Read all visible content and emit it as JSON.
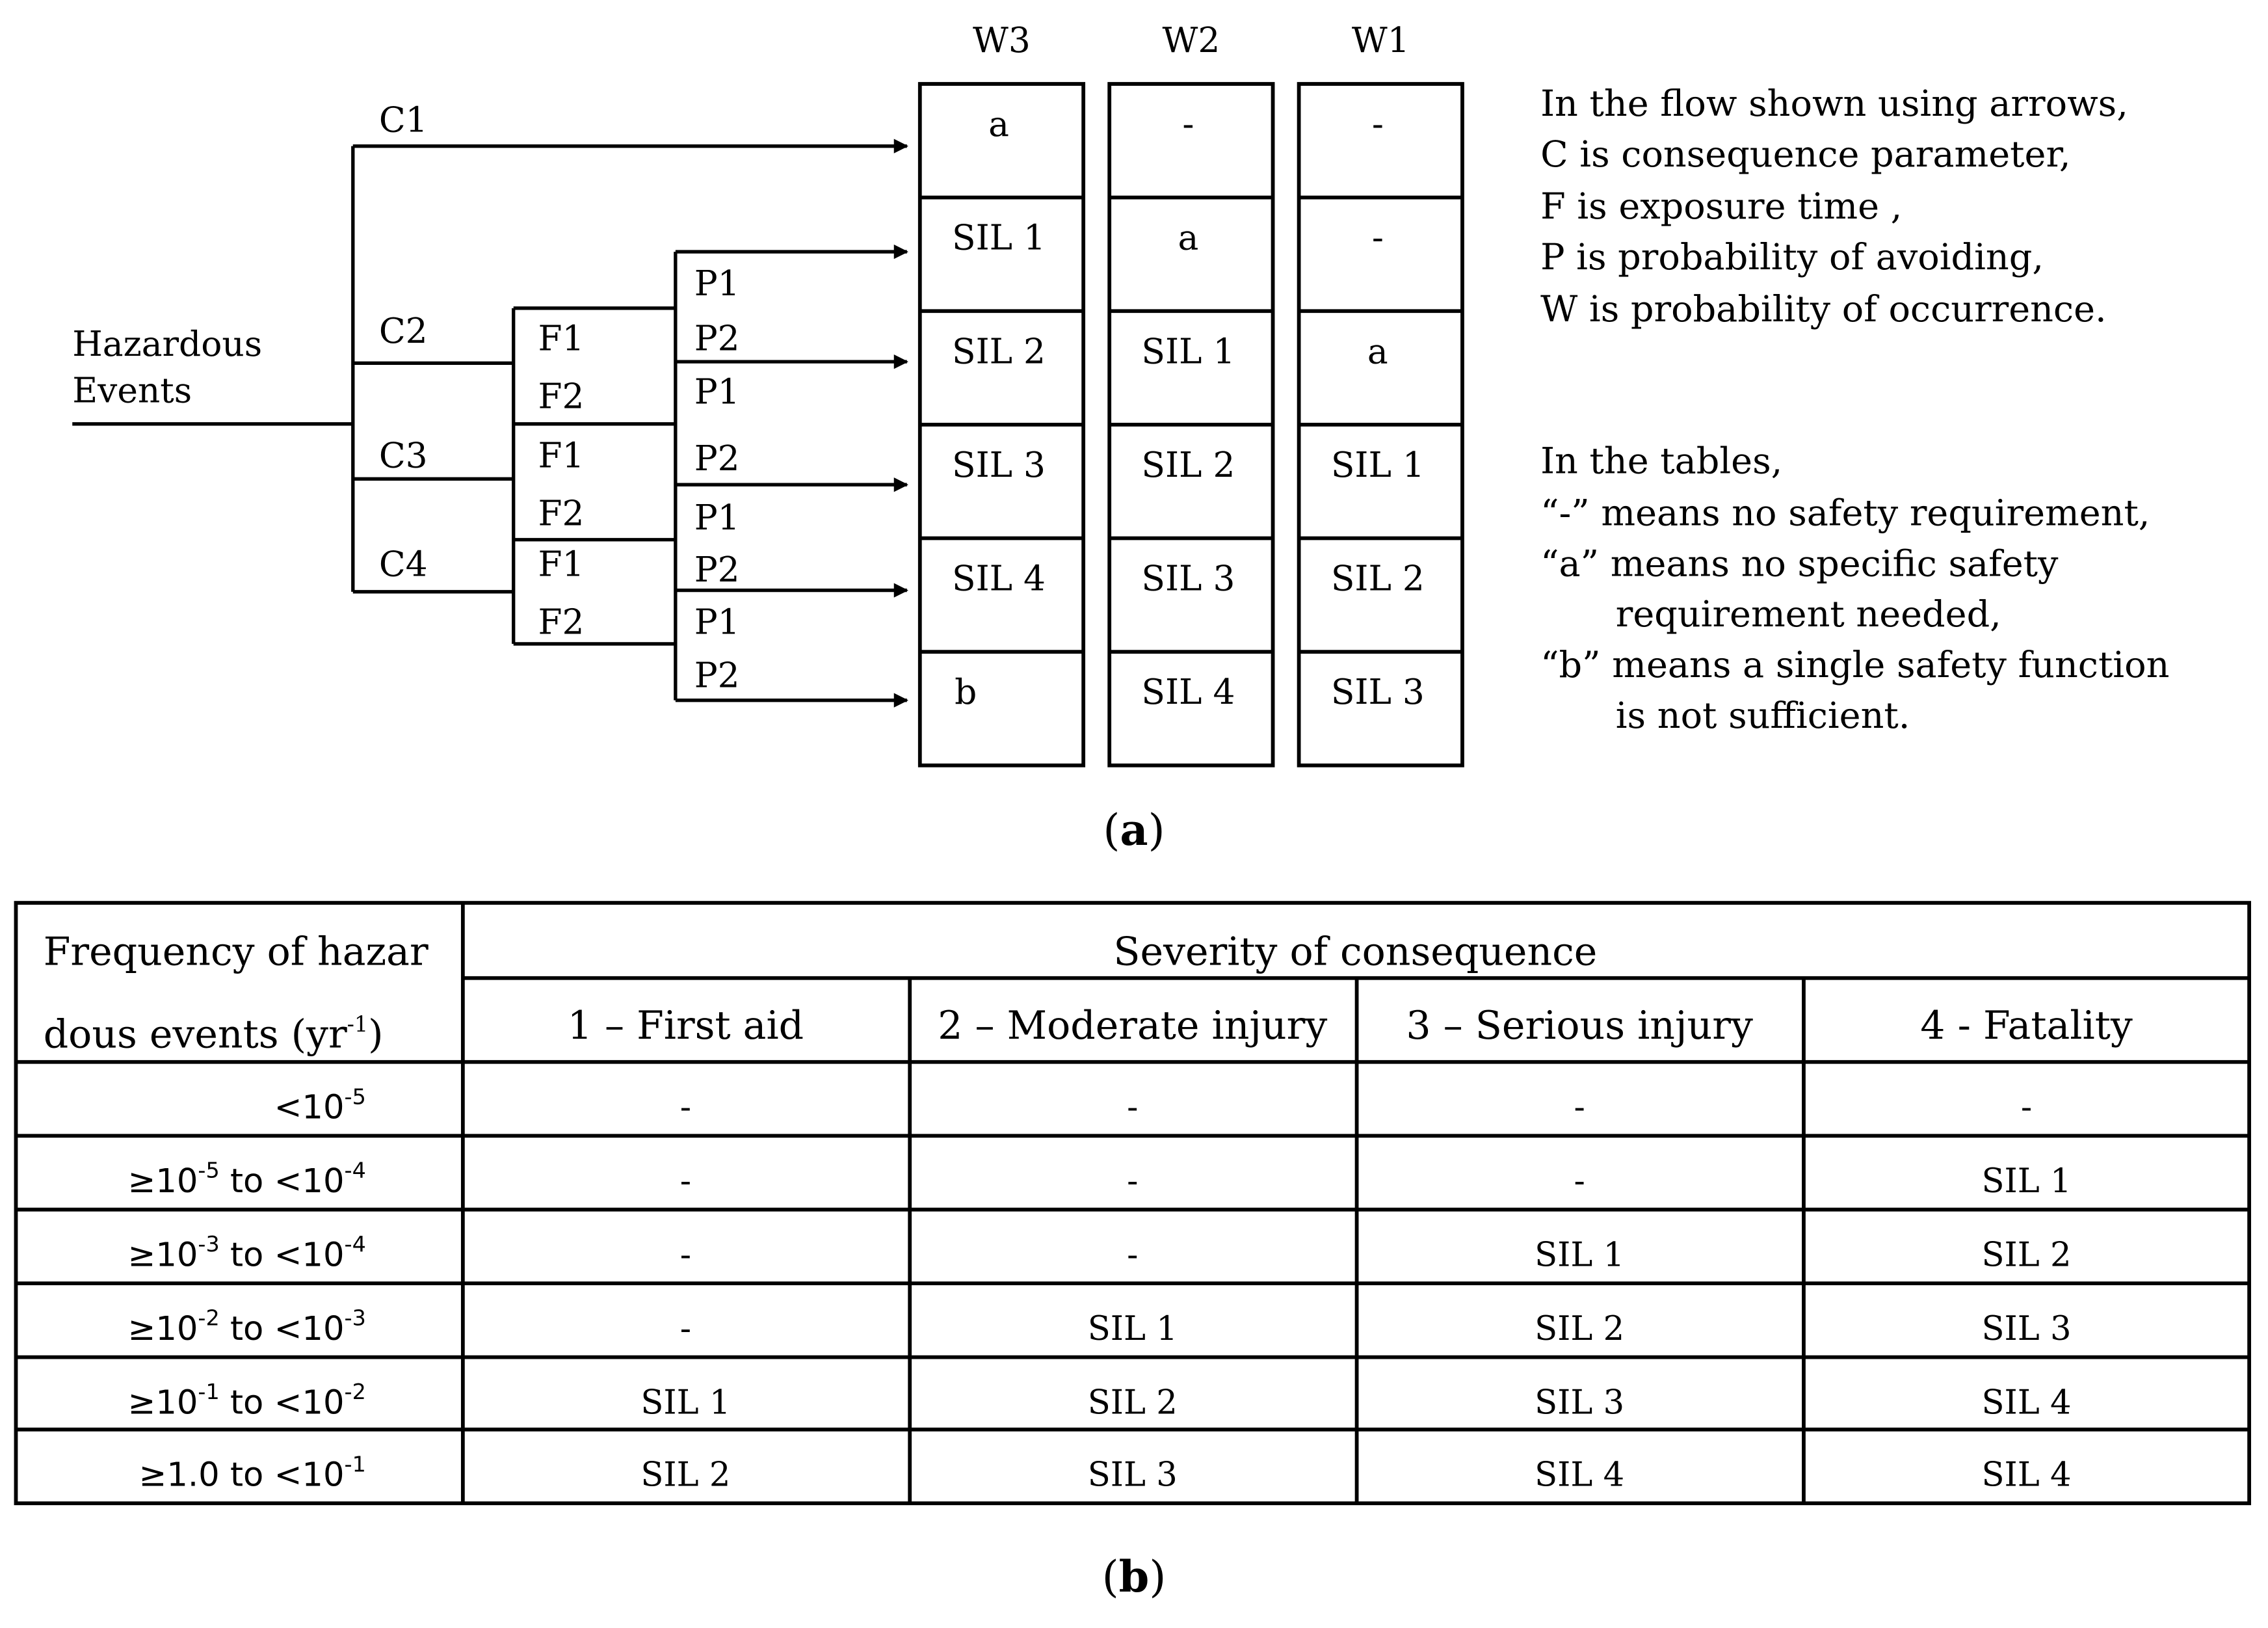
{
  "diagram_a": {
    "column_headers": [
      "W3",
      "W2",
      "W1"
    ],
    "columns": [
      [
        "a",
        "SIL 1",
        "SIL 2",
        "SIL 3",
        "SIL 4",
        "b"
      ],
      [
        "-",
        "a",
        "SIL 1",
        "SIL 2",
        "SIL 3",
        "SIL 4"
      ],
      [
        "-",
        "-",
        "a",
        "SIL 1",
        "SIL 2",
        "SIL 3"
      ]
    ],
    "root_label_line1": "Hazardous",
    "root_label_line2": "Events",
    "c_labels": [
      "C1",
      "C2",
      "C3",
      "C4"
    ],
    "f_labels": [
      "F1",
      "F2",
      "F1",
      "F2",
      "F1",
      "F2"
    ],
    "p_labels": [
      "P1",
      "P2",
      "P1",
      "P2",
      "P1",
      "P2",
      "P1",
      "P2"
    ],
    "legend_flow": [
      "In the flow shown using arrows,",
      "C is consequence parameter,",
      "F is exposure time ,",
      "P is probability of avoiding,",
      "W is probability of occurrence."
    ],
    "legend_tables": [
      "In the tables,",
      "“-”  means no safety requirement,",
      "“a” means no specific safety",
      "requirement needed,",
      "“b” means a single safety function",
      "is not sufficient."
    ],
    "caption": "a"
  },
  "table_b": {
    "row_header_line1": "Frequency of hazar",
    "row_header_line2": "dous events (yr",
    "row_header_sup": "-1",
    "row_header_close": ")",
    "group_header": "Severity of consequence",
    "columns": [
      "1 – First aid",
      "2 – Moderate injury",
      "3 – Serious injury",
      "4 - Fatality"
    ],
    "rows": [
      {
        "freq": [
          {
            "t": "<10"
          },
          {
            "s": "-5"
          }
        ],
        "cells": [
          "-",
          "-",
          "-",
          "-"
        ]
      },
      {
        "freq": [
          {
            "t": "≥10"
          },
          {
            "s": "-5"
          },
          {
            "t": " to  <10"
          },
          {
            "s": "-4"
          }
        ],
        "cells": [
          "-",
          "-",
          "-",
          "SIL 1"
        ]
      },
      {
        "freq": [
          {
            "t": "≥10"
          },
          {
            "s": "-3"
          },
          {
            "t": " to  <10"
          },
          {
            "s": "-4"
          }
        ],
        "cells": [
          "-",
          "-",
          "SIL 1",
          "SIL 2"
        ]
      },
      {
        "freq": [
          {
            "t": "≥10"
          },
          {
            "s": "-2"
          },
          {
            "t": " to  <10"
          },
          {
            "s": "-3"
          }
        ],
        "cells": [
          "-",
          "SIL 1",
          "SIL 2",
          "SIL 3"
        ]
      },
      {
        "freq": [
          {
            "t": "≥10"
          },
          {
            "s": "-1"
          },
          {
            "t": " to  <10"
          },
          {
            "s": "-2"
          }
        ],
        "cells": [
          "SIL 1",
          "SIL 2",
          "SIL 3",
          "SIL 4"
        ]
      },
      {
        "freq": [
          {
            "t": "≥1.0   to  <10"
          },
          {
            "s": "-1"
          }
        ],
        "cells": [
          "SIL 2",
          "SIL 3",
          "SIL 4",
          "SIL 4"
        ]
      }
    ],
    "caption": "b"
  }
}
